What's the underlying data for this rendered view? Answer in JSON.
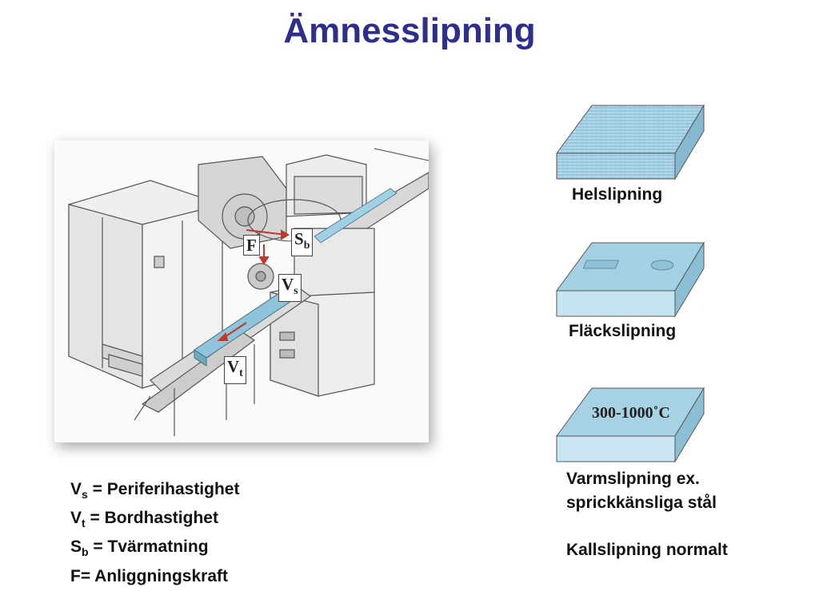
{
  "title": "Ämnesslipning",
  "machine_labels": {
    "f": "F",
    "sb_base": "S",
    "sb_sub": "b",
    "vs_base": "V",
    "vs_sub": "s",
    "vt_base": "V",
    "vt_sub": "t"
  },
  "legend": [
    {
      "symbol": "V",
      "sub": "s",
      "text": "= Periferihastighet"
    },
    {
      "symbol": "V",
      "sub": "t",
      "text": "= Bordhastighet"
    },
    {
      "symbol": "S",
      "sub": "b",
      "text": "= Tvärmatning"
    },
    {
      "symbol": "F",
      "sub": "",
      "text": "= Anliggningskraft"
    }
  ],
  "methods": {
    "full": {
      "caption": "Helslipning"
    },
    "spot": {
      "caption": "Fläckslipning"
    },
    "warm": {
      "block_text": "300-1000˚C",
      "caption_line1": "Varmslipning ex.",
      "caption_line2": "sprickkänsliga stål"
    },
    "cold": {
      "caption": "Kallslipning normalt"
    }
  },
  "colors": {
    "title": "#2e2e8e",
    "block_top": "#a8d4e6",
    "block_front": "#c6e4f0",
    "block_side": "#8ebfd6"
  }
}
